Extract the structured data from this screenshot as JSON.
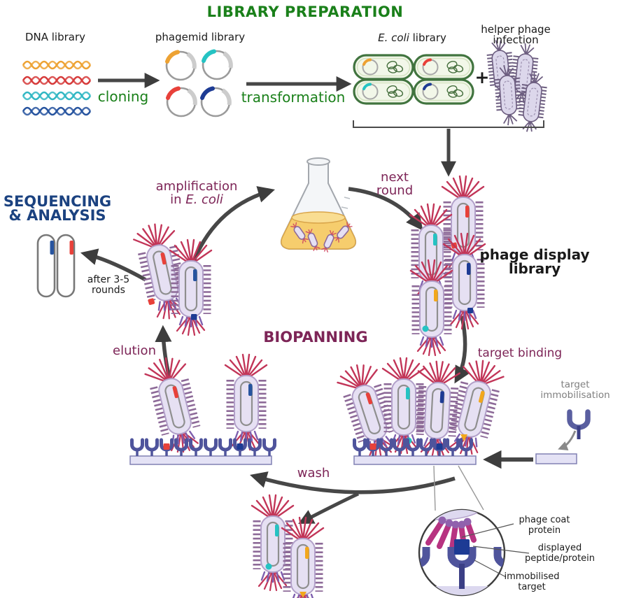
{
  "title": "LIBRARY PREPARATION",
  "prep": {
    "dna_library": "DNA library",
    "cloning": "cloning",
    "phagemid_library": "phagemid library",
    "transformation": "transformation",
    "ecoli_italic": "E. coli",
    "ecoli_rest": " library",
    "plus": "+",
    "helper1": "helper phage",
    "helper2": "infection"
  },
  "cycle": {
    "seq1": "SEQUENCING",
    "seq2": "& ANALYSIS",
    "after1": "after 3-5",
    "after2": "rounds",
    "amp1": "amplification",
    "amp2_pre": "in ",
    "amp2_italic": "E. coli",
    "next1": "next",
    "next2": "round",
    "display1": "phage display",
    "display2": "library",
    "biopanning": "BIOPANNING",
    "target_binding": "target binding",
    "elution": "elution",
    "wash": "wash",
    "immob1": "target",
    "immob2": "immobilisation"
  },
  "inset": {
    "coat1": "phage coat",
    "coat2": "protein",
    "disp1": "displayed",
    "disp2": "peptide/protein",
    "targ1": "immobilised",
    "targ2": "target"
  },
  "colors": {
    "green_text": "#1a801a",
    "purple_text": "#7d2557",
    "navy_heading": "#1b4280",
    "gray_label": "#7f7f7f",
    "arrow": "#474747",
    "phage_spike_crimson": "#c23558",
    "phage_fringe_purple": "#8d6a98",
    "phage_body_lavender": "#e6e0f3",
    "phage_tail_purple": "#7e5fae",
    "receptor_blue": "#4f549c",
    "surface_lavender": "#e4e2f5",
    "dna_orange": "#eda233",
    "dna_red": "#d63a3a",
    "dna_cyan": "#30b7c3",
    "dna_blue": "#27549f",
    "coat_protein_magenta": "#b73381",
    "displayed_square_navy": "#1d3b94",
    "flask_liquid_yellow": "#f6cd6d",
    "bacteria_green": "#41743f"
  }
}
